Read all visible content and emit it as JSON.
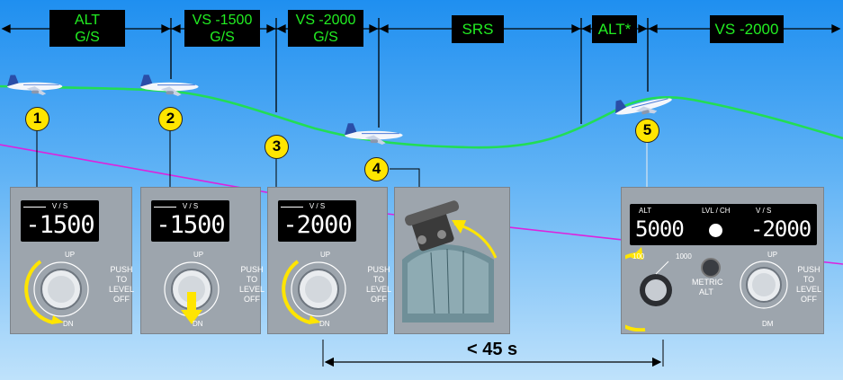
{
  "modes": [
    {
      "line1": "ALT",
      "line2": "G/S"
    },
    {
      "line1": "VS -1500",
      "line2": "G/S"
    },
    {
      "line1": "VS -2000",
      "line2": "G/S"
    },
    {
      "line1": "SRS",
      "line2": ""
    },
    {
      "line1": "ALT*",
      "line2": ""
    },
    {
      "line1": "VS -2000",
      "line2": ""
    }
  ],
  "steps": [
    "1",
    "2",
    "3",
    "4",
    "5"
  ],
  "panels": [
    {
      "vs_label": "V / S",
      "vs_value": "-1500",
      "up": "UP",
      "dn": "DN",
      "push": [
        "PUSH",
        "TO",
        "LEVEL",
        "OFF"
      ]
    },
    {
      "vs_label": "V / S",
      "vs_value": "-1500",
      "up": "UP",
      "dn": "DN",
      "push": [
        "PUSH",
        "TO",
        "LEVEL",
        "OFF"
      ]
    },
    {
      "vs_label": "V / S",
      "vs_value": "-2000",
      "up": "UP",
      "dn": "DN",
      "push": [
        "PUSH",
        "TO",
        "LEVEL",
        "OFF"
      ]
    }
  ],
  "fcu": {
    "alt_label": "ALT",
    "lvl_label": "LVL / CH",
    "vs_label": "V / S",
    "alt_value": "5000",
    "vs_value": "-2000",
    "mark_100": "100",
    "mark_1000": "1000",
    "metric": "METRIC",
    "alt": "ALT",
    "up": "UP",
    "dm": "DM",
    "push": [
      "PUSH",
      "TO",
      "LEVEL",
      "OFF"
    ]
  },
  "timer": "< 45 s",
  "colors": {
    "fma_text": "#22ee22",
    "flight_path": "#22dd55",
    "glide_slope": "#dd22dd",
    "badge": "#ffe500",
    "arrow": "#ffe500"
  }
}
